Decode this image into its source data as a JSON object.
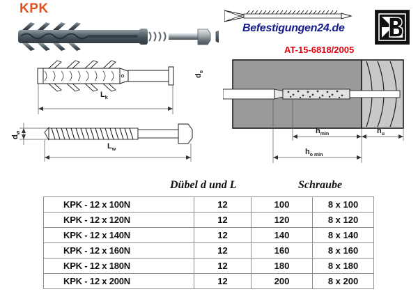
{
  "product": {
    "code": "KPK",
    "photo_caption_icon": "frame-anchor-photo"
  },
  "branding": {
    "site_name": "Befestigungen24.de",
    "approval_code": "AT-15-6818/2005",
    "logo_letter": "B"
  },
  "drawings": {
    "anchor_length_label": "L",
    "anchor_length_sub": "k",
    "screw_length_label": "L",
    "screw_length_sub": "w",
    "screw_diameter_label": "d",
    "screw_diameter_sub": "w",
    "hole_diameter_label": "d",
    "hole_diameter_sub": "o",
    "anchorage_depth_label": "h",
    "anchorage_depth_sub": "min",
    "substrate_label": "h",
    "substrate_sub": "u",
    "total_depth_label": "h",
    "total_depth_sub": "o min"
  },
  "table": {
    "headers": {
      "duebel": "Dübel d  und  L",
      "schraube": "Schraube"
    },
    "rows": [
      {
        "name": "KPK - 12 x 100N",
        "d": "12",
        "l": "100",
        "screw": "8 x 100"
      },
      {
        "name": "KPK - 12 x 120N",
        "d": "12",
        "l": "120",
        "screw": "8 x 120"
      },
      {
        "name": "KPK - 12 x 140N",
        "d": "12",
        "l": "140",
        "screw": "8 x 140"
      },
      {
        "name": "KPK - 12 x 160N",
        "d": "12",
        "l": "160",
        "screw": "8 x 160"
      },
      {
        "name": "KPK - 12 x 180N",
        "d": "12",
        "l": "180",
        "screw": "8 x 180"
      },
      {
        "name": "KPK - 12 x 200N",
        "d": "12",
        "l": "200",
        "screw": "8 x 200"
      }
    ]
  },
  "colors": {
    "title": "#e2521d",
    "brand": "#141b8c",
    "approval": "#e3000f"
  }
}
